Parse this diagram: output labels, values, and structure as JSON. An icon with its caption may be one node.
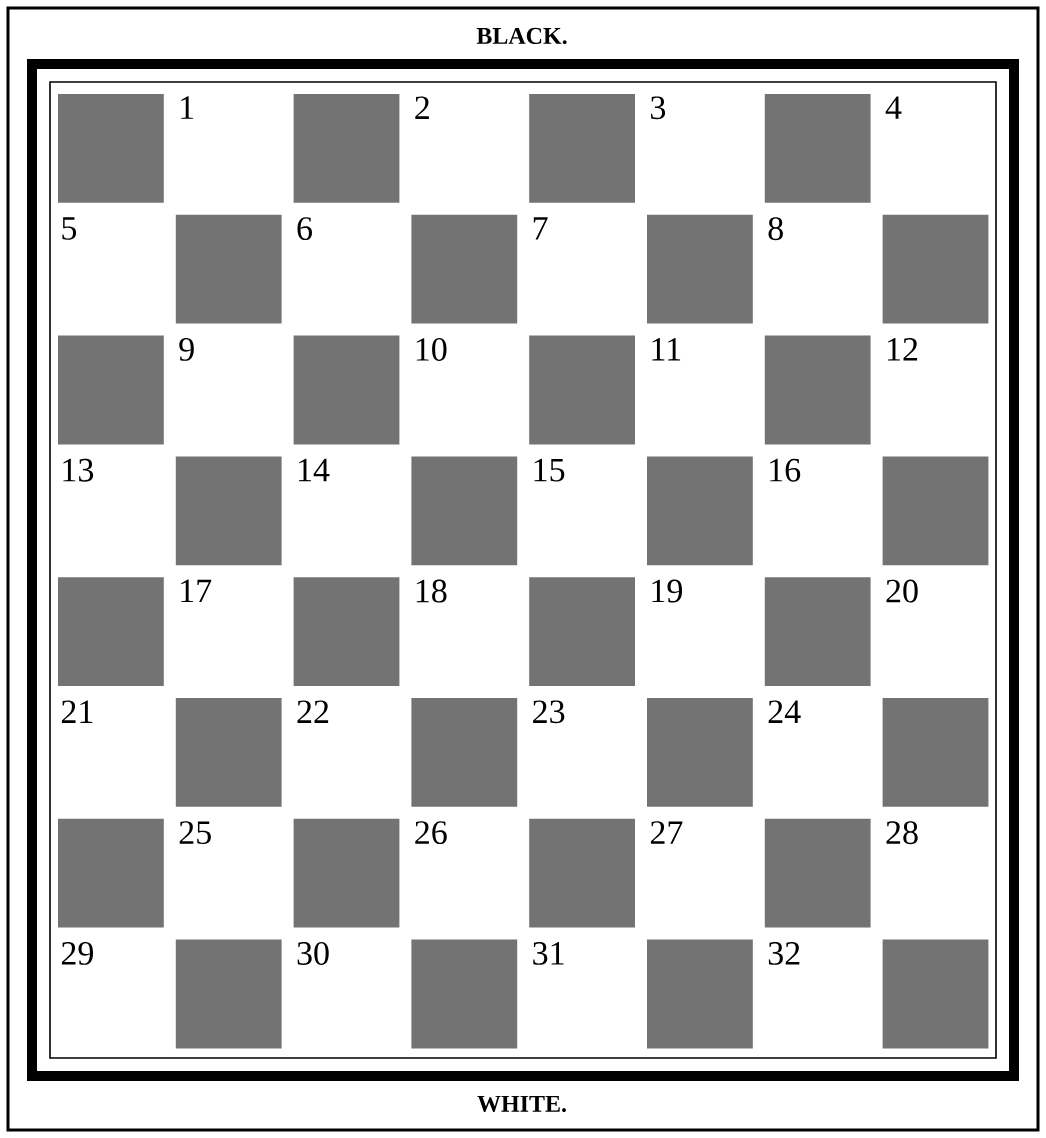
{
  "diagram": {
    "labels": [
      "BLACK.",
      "1",
      "2",
      "3",
      "4",
      "5",
      "6",
      "7",
      "8",
      "9",
      "10",
      "11",
      "12",
      "13",
      "14",
      "15",
      "16",
      "17",
      "18",
      "19",
      "20",
      "21",
      "22",
      "23",
      "24",
      "25",
      "26",
      "27",
      "28",
      "29",
      "30",
      "31",
      "32",
      "WHITE."
    ]
  }
}
